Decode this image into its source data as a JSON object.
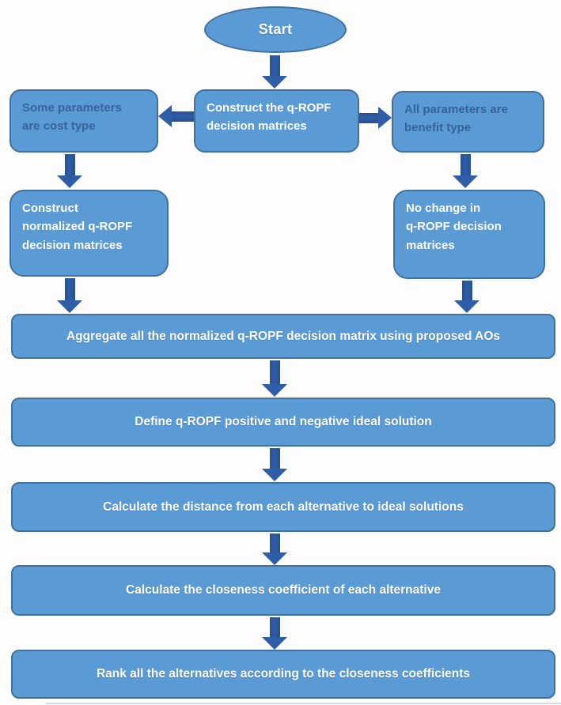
{
  "figure": {
    "description": "Flowchart of the q-ROPF TOPSIS decision-making procedure"
  },
  "nodes": {
    "start": {
      "label": "Start"
    },
    "construct": {
      "label": "Construct the q-ROPF\ndecision matrices"
    },
    "cost": {
      "label": "Some parameters\nare cost type"
    },
    "benefit": {
      "label": "All parameters are\nbenefit type"
    },
    "normalize": {
      "label": "Construct\nnormalized q-ROPF\ndecision matrices"
    },
    "nochange": {
      "label": "No change in\nq-ROPF decision\nmatrices"
    },
    "aggregate": {
      "label": "Aggregate all the normalized q-ROPF decision matrix using proposed AOs"
    },
    "ideal": {
      "label": "Define q-ROPF positive and negative ideal solution"
    },
    "distance": {
      "label": "Calculate the distance from each alternative to ideal solutions"
    },
    "closeness": {
      "label": "Calculate the closeness coefficient of each alternative"
    },
    "rank": {
      "label": "Rank all the alternatives according to the closeness coefficients"
    }
  },
  "colors": {
    "node_fill": "#5b9bd5",
    "node_border": "#41719c",
    "arrow_fill": "#2e5ea6",
    "dark_text": "#35639c",
    "light_text": "#ffffff"
  }
}
